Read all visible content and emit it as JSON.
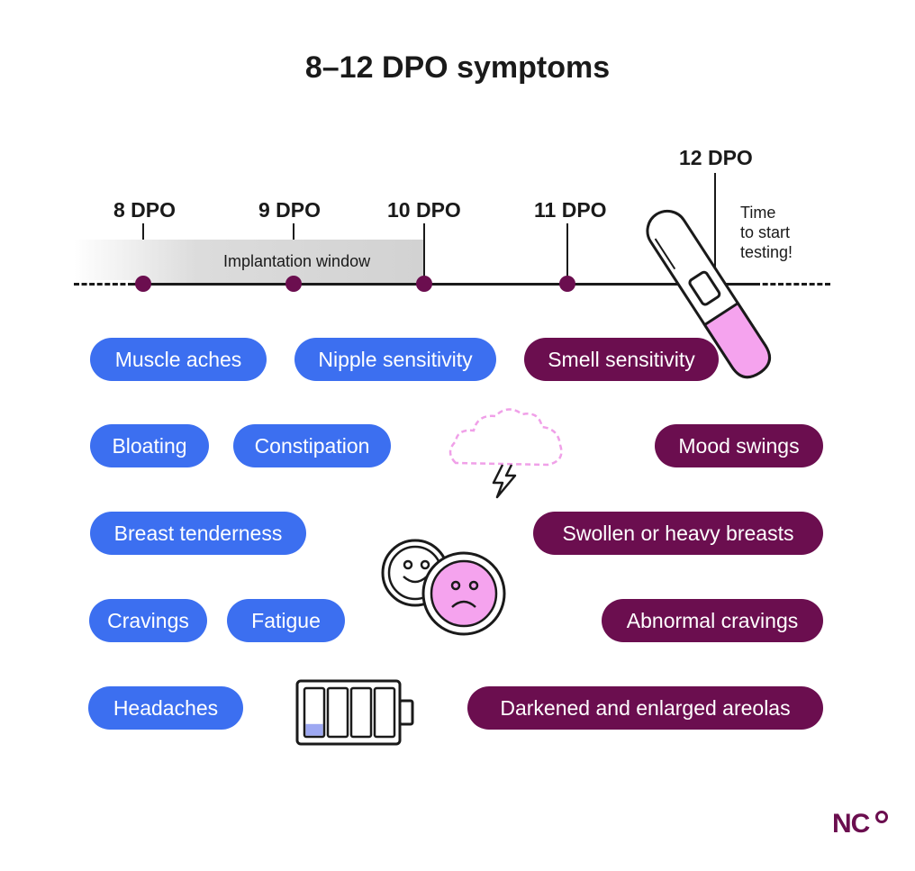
{
  "title": "8–12 DPO symptoms",
  "timeline": {
    "markers": [
      "8 DPO",
      "9 DPO",
      "10 DPO",
      "11 DPO",
      "12 DPO"
    ],
    "window_label": "Implantation window",
    "testing_note": [
      "Time",
      "to start",
      "testing!"
    ]
  },
  "symptoms_left": [
    "Muscle aches",
    "Nipple sensitivity",
    "Bloating",
    "Constipation",
    "Breast tenderness",
    "Cravings",
    "Fatigue",
    "Headaches"
  ],
  "symptoms_right": [
    "Smell sensitivity",
    "Mood swings",
    "Swollen or heavy breasts",
    "Abnormal cravings",
    "Darkened and enlarged areolas"
  ],
  "colors": {
    "blue": "#3c6ff0",
    "plum": "#6b0e4f",
    "pink": "#f5a3ee",
    "cloud": "#f0a0e8"
  },
  "icons": [
    "pregnancy-test-icon",
    "cloud-lightning-icon",
    "smiley-face-icon",
    "sad-face-icon",
    "low-battery-icon"
  ],
  "battery_level": 0.25,
  "logo": "NC"
}
